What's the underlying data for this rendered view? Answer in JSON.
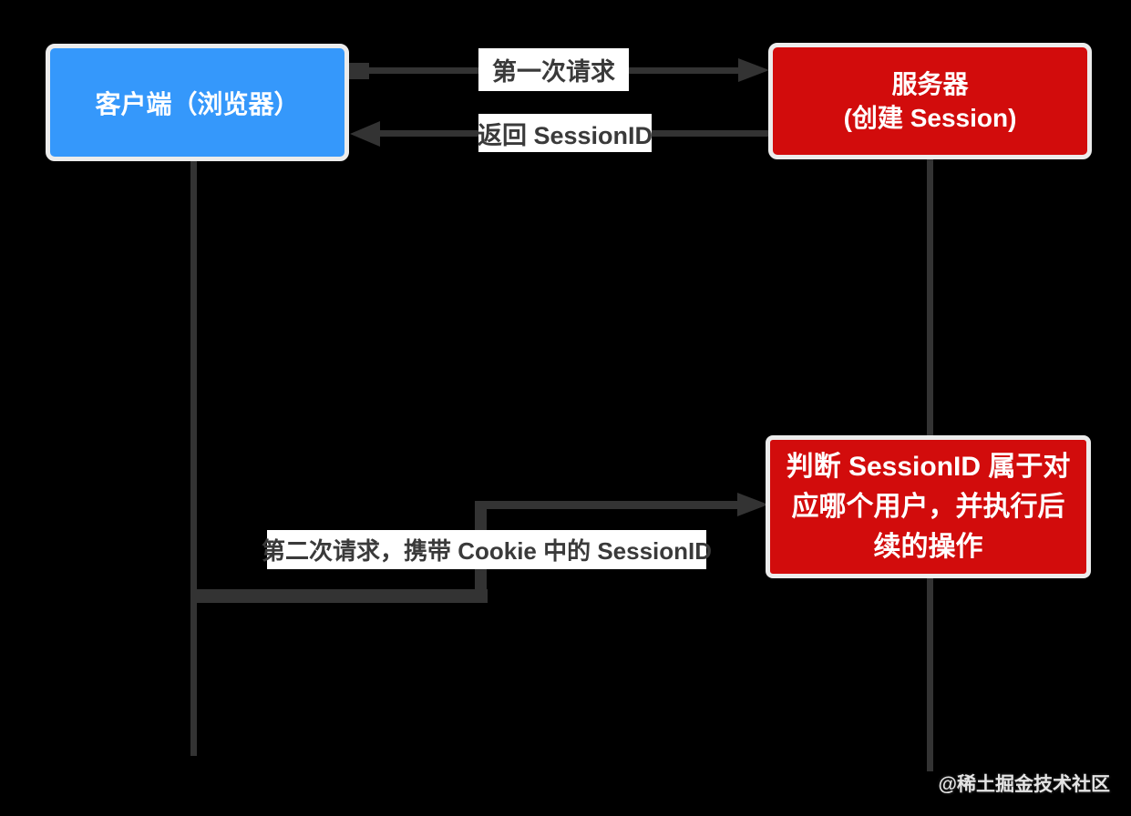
{
  "diagram": {
    "title": "Session / Cookie flow diagram",
    "background": "#000000"
  },
  "colors": {
    "background": "#000000",
    "client_box": "#3598fb",
    "server_box": "#d20c0c",
    "box_border": "#ececec",
    "connector": "#333333",
    "label_bg": "#ffffff",
    "label_text": "#3a3a3a",
    "box_text": "#ffffff",
    "watermark_text": "#e4e4e4"
  },
  "nodes": {
    "client": {
      "label": "客户端（浏览器）"
    },
    "server": {
      "lines": [
        "服务器",
        "(创建 Session)"
      ]
    },
    "judge": {
      "lines": [
        "判断 SessionID 属于对",
        "应哪个用户，并执行后",
        "续的操作"
      ]
    }
  },
  "edges": {
    "first_request": {
      "label": "第一次请求",
      "from": "client",
      "to": "server"
    },
    "return_sessionid": {
      "label": "返回 SessionID",
      "from": "server",
      "to": "client"
    },
    "second_request": {
      "label": "第二次请求，携带 Cookie 中的 SessionID",
      "from": "client",
      "to": "judge"
    }
  },
  "watermark": {
    "text": "@稀土掘金技术社区"
  }
}
